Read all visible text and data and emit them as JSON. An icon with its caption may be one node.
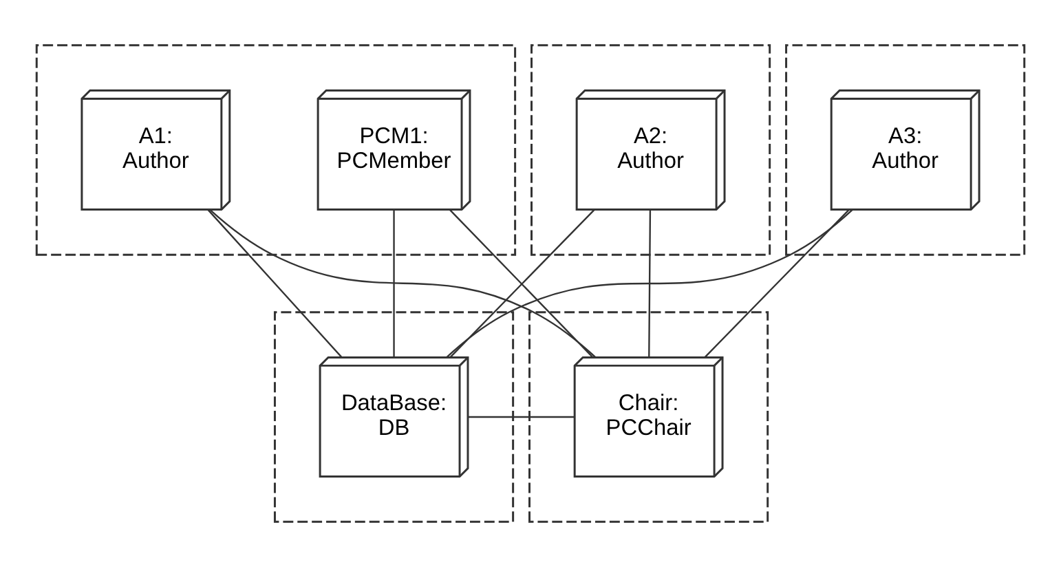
{
  "diagram": {
    "nodes": [
      {
        "text": [],
        "shape": "box"
      },
      {
        "text": [
          "A1: Author"
        ],
        "in": 0
      },
      {
        "text": [
          "PCM1: PCMember"
        ],
        "in": 0
      },
      {
        "text": [],
        "shape": "box"
      },
      {
        "text": [
          "A2: Author"
        ],
        "in": 3
      },
      {
        "text": [],
        "shape": "box"
      },
      {
        "text": [
          "A3: Author"
        ],
        "in": 5
      },
      {
        "text": [],
        "shape": "box"
      },
      {
        "text": [
          "DataBase: DB"
        ],
        "in": 7
      },
      {
        "text": [],
        "shape": "box"
      },
      {
        "text": [
          "Chair: PCChair"
        ],
        "in": 9
      }
    ],
    "edges": [
      {
        "from": 1,
        "to": 8,
        "arrow": "none"
      },
      {
        "from": 1,
        "to": 10,
        "arrow": "none"
      },
      {
        "from": 2,
        "to": 8,
        "arrow": "none"
      },
      {
        "from": 2,
        "to": 10,
        "arrow": "none"
      },
      {
        "from": 4,
        "to": 8,
        "arrow": "none"
      },
      {
        "from": 4,
        "to": 10,
        "arrow": "none"
      },
      {
        "from": 6,
        "to": 8,
        "arrow": "none"
      },
      {
        "from": 6,
        "to": 10,
        "arrow": "none"
      },
      {
        "from": 8,
        "to": 10,
        "arrow": "none"
      }
    ]
  }
}
